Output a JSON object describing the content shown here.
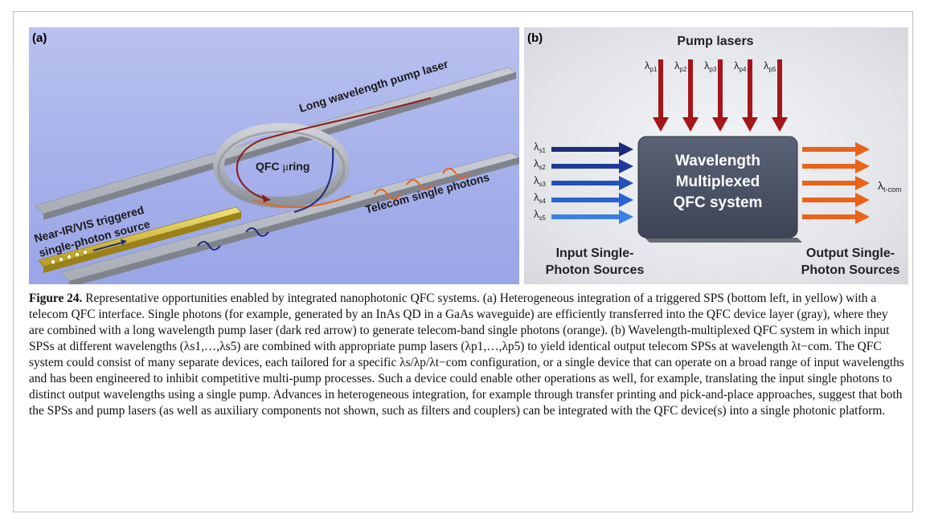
{
  "panel_a": {
    "label": "(a)",
    "pump_laser_text": "Long wavelength pump laser",
    "ring_text_prefix": "QFC ",
    "ring_text_mu": "μ",
    "ring_text_suffix": "ring",
    "telecom_text": "Telecom single photons",
    "source_line1": "Near-IR/VIS triggered",
    "source_line2": "single-photon source"
  },
  "panel_b": {
    "label": "(b)",
    "pump_title": "Pump lasers",
    "pump_labels": [
      "p1",
      "p2",
      "p3",
      "p4",
      "p5"
    ],
    "input_labels": [
      "s1",
      "s2",
      "s3",
      "s4",
      "s5"
    ],
    "box_line1": "Wavelength",
    "box_line2": "Multiplexed",
    "box_line3": "QFC system",
    "output_label_sub": "t-com",
    "input_caption_line1": "Input Single-",
    "input_caption_line2": "Photon Sources",
    "output_caption_line1": "Output Single-",
    "output_caption_line2": "Photon Sources",
    "colors": {
      "pump_arrow": "#a4161a",
      "input_arrows": [
        "#1f2a7a",
        "#1f3a9a",
        "#2450b8",
        "#2a63d0",
        "#3a7fe2"
      ],
      "output_arrow": "#e8641b",
      "box": "#4a5266"
    }
  },
  "caption": {
    "figure_label": "Figure 24.",
    "text": "Representative opportunities enabled by integrated nanophotonic QFC systems. (a) Heterogeneous integration of a triggered SPS (bottom left, in yellow) with a telecom QFC interface. Single photons (for example, generated by an InAs QD in a GaAs waveguide) are efficiently transferred into the QFC device layer (gray), where they are combined with a long wavelength pump laser (dark red arrow) to generate telecom-band single photons (orange). (b) Wavelength-multiplexed QFC system in which input SPSs at different wavelengths (λs1,…,λs5) are combined with appropriate pump lasers (λp1,…,λp5) to yield identical output telecom SPSs at wavelength λt−com. The QFC system could consist of many separate devices, each tailored for a specific λs/λp/λt−com configuration, or a single device that can operate on a broad range of input wavelengths and has been engineered to inhibit competitive multi-pump processes. Such a device could enable other operations as well, for example, translating the input single photons to distinct output wavelengths using a single pump. Advances in heterogeneous integration, for example through transfer printing and pick-and-place approaches, suggest that both the SPSs and pump lasers (as well as auxiliary components not shown, such as filters and couplers) can be integrated with the QFC device(s) into a single photonic platform."
  }
}
